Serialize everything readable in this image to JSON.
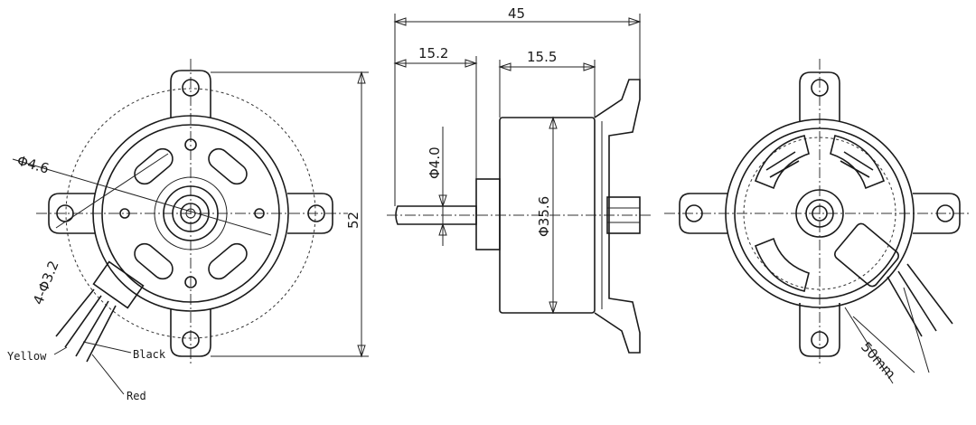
{
  "dimensions": {
    "overall_length": "45",
    "shaft_length": "15.2",
    "body_length": "15.5",
    "shaft_diameter": "Φ4.0",
    "body_diameter": "Φ35.6",
    "height": "52",
    "small_hole": "Φ4.6",
    "mount_holes": "4-Φ3.2",
    "lead_length": "50mm"
  },
  "wires": {
    "yellow": "Yellow",
    "black": "Black",
    "red": "Red"
  },
  "colors": {
    "line": "#1a1a1a",
    "background": "#ffffff"
  }
}
